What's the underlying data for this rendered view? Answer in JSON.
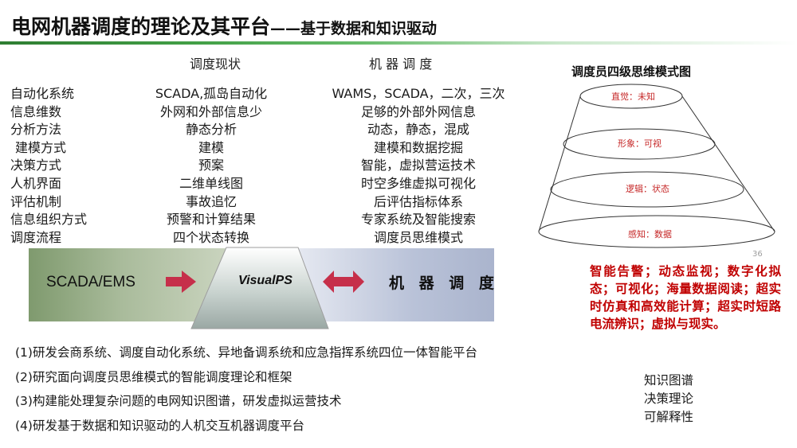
{
  "title": {
    "main": "电网机器调度的理论及其平台",
    "subtitle": "——基于数据和知识驱动"
  },
  "columns": {
    "current_header": "调度现状",
    "machine_header": "机 器 调 度"
  },
  "comparison": {
    "labels": [
      "自动化系统",
      "信息维数",
      "分析方法",
      "建模方式",
      "决策方式",
      "人机界面",
      "评估机制",
      "信息组织方式",
      "调度流程"
    ],
    "current": [
      "SCADA,孤岛自动化",
      "外网和外部信息少",
      "静态分析",
      "建模",
      "预案",
      "二维单线图",
      "事故追忆",
      "预警和计算结果",
      "四个状态转换"
    ],
    "machine": [
      "WAMS，SCADA，二次，三次",
      "足够的外部外网信息",
      "动态，静态，混成",
      "建模和数据挖掘",
      "智能，虚拟营运技术",
      "时空多维虚拟可视化",
      "后评估指标体系",
      "专家系统及智能搜索",
      "调度员思维模式"
    ]
  },
  "transition": {
    "left_label": "SCADA/EMS",
    "center_label": "VisualPS",
    "right_label": "机 器 调 度",
    "left_color": "#8aa37a",
    "right_color": "#b3bcd4",
    "arrow_color": "#c62f4a"
  },
  "research_items": [
    "(1)研发会商系统、调度自动化系统、异地备调系统和应急指挥系统四位一体智能平台",
    "(2)研究面向调度员思维模式的智能调度理论和框架",
    "(3)构建能处理复杂问题的电网知识图谱，研发虚拟运营技术",
    "(4)研发基于数据和知识驱动的人机交互机器调度平台"
  ],
  "pyramid": {
    "title": "调度员四级思维模式图",
    "levels": [
      "直觉：未知",
      "形象：可视",
      "逻辑：状态",
      "感知：数据"
    ]
  },
  "page_number": "36",
  "highlight_text": "智能告警；动态监视；数字化拟态；可视化；海量数据阅读；超实时仿真和高效能计算；超实时短路电流辨识；虚拟与现实。",
  "knowledge_items": [
    "知识图谱",
    "决策理论",
    "可解释性"
  ]
}
